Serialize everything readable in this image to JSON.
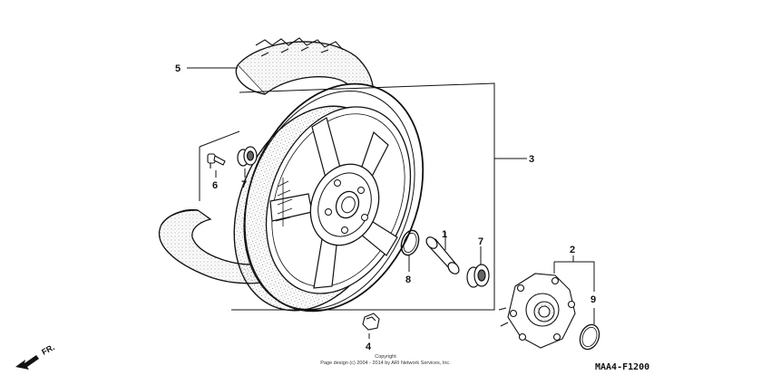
{
  "callouts": {
    "c1": "1",
    "c2": "2",
    "c3": "3",
    "c4": "4",
    "c5": "5",
    "c6": "6",
    "c7a": "7",
    "c7b": "7",
    "c8": "8",
    "c9": "9"
  },
  "direction_label": "FR.",
  "footer": {
    "copyright": "Copyright",
    "page_design": "Page design (c) 2004 - 2014 by ARI Network Services, Inc."
  },
  "diagram_code": "MAA4-F1200"
}
